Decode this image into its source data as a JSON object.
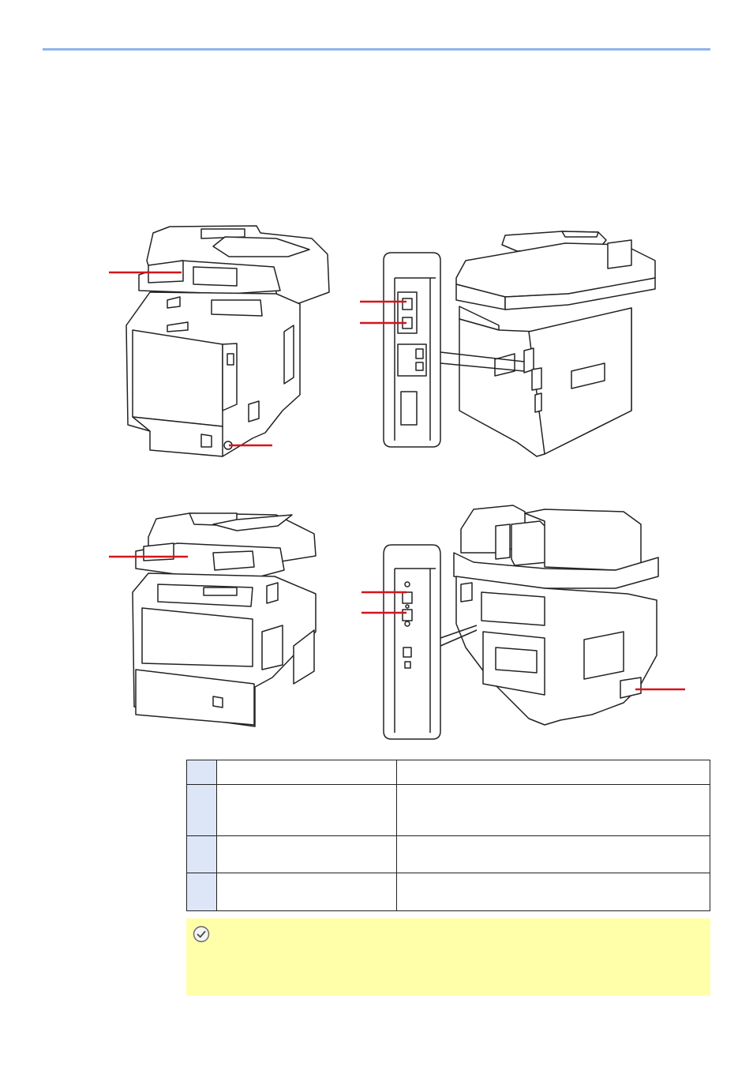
{
  "header": {
    "rule_color": "#8fb4ea"
  },
  "figure": {
    "callout_color": "#d6141c",
    "views": [
      "printer-front-top",
      "printer-rear-top",
      "printer-front-bottom",
      "printer-rear-bottom"
    ]
  },
  "table": {
    "rows": [
      {
        "num": "",
        "name": "",
        "desc": ""
      },
      {
        "num": "",
        "name": "",
        "desc": ""
      },
      {
        "num": "",
        "name": "",
        "desc": ""
      },
      {
        "num": "",
        "name": "",
        "desc": ""
      }
    ],
    "number_cell_color": "#dde6f7"
  },
  "note": {
    "icon": "checkmark-circle-icon",
    "text": "",
    "background": "#ffffaa"
  }
}
